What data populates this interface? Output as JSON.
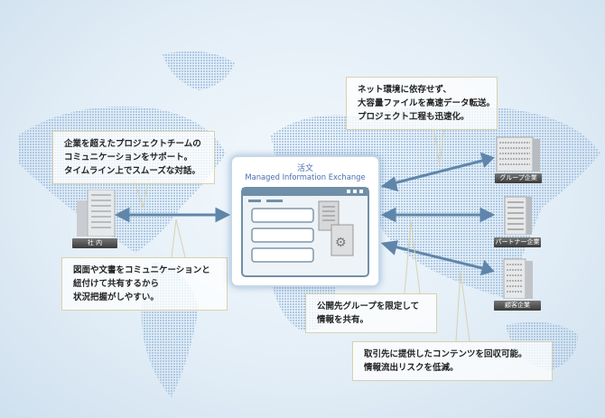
{
  "product": {
    "name_jp": "活文",
    "name_en": "Managed Information Exchange"
  },
  "nodes": {
    "internal": "社 内",
    "group": "グループ企業",
    "partner": "パートナー企業",
    "customer": "顧客企業"
  },
  "callouts": {
    "team": [
      "企業を超えたプロジェクトチームの",
      "コミュニケーションをサポート。",
      "タイムライン上でスムーズな対話。"
    ],
    "docs": [
      "図面や文書をコミュニケーションと",
      "紐付けて共有するから",
      "状況把握がしやすい。"
    ],
    "transfer": [
      "ネット環境に依存せず、",
      "大容量ファイルを高速データ転送。",
      "プロジェクト工程も迅速化。"
    ],
    "group_share": [
      "公開先グループを限定して",
      "情報を共有。"
    ],
    "recall": [
      "取引先に提供したコンテンツを回収可能。",
      "情報流出リスクを低減。"
    ]
  },
  "colors": {
    "arrow": "#5f86aa",
    "map_dots": "#a9c5e2",
    "title": "#4a6fb0"
  }
}
